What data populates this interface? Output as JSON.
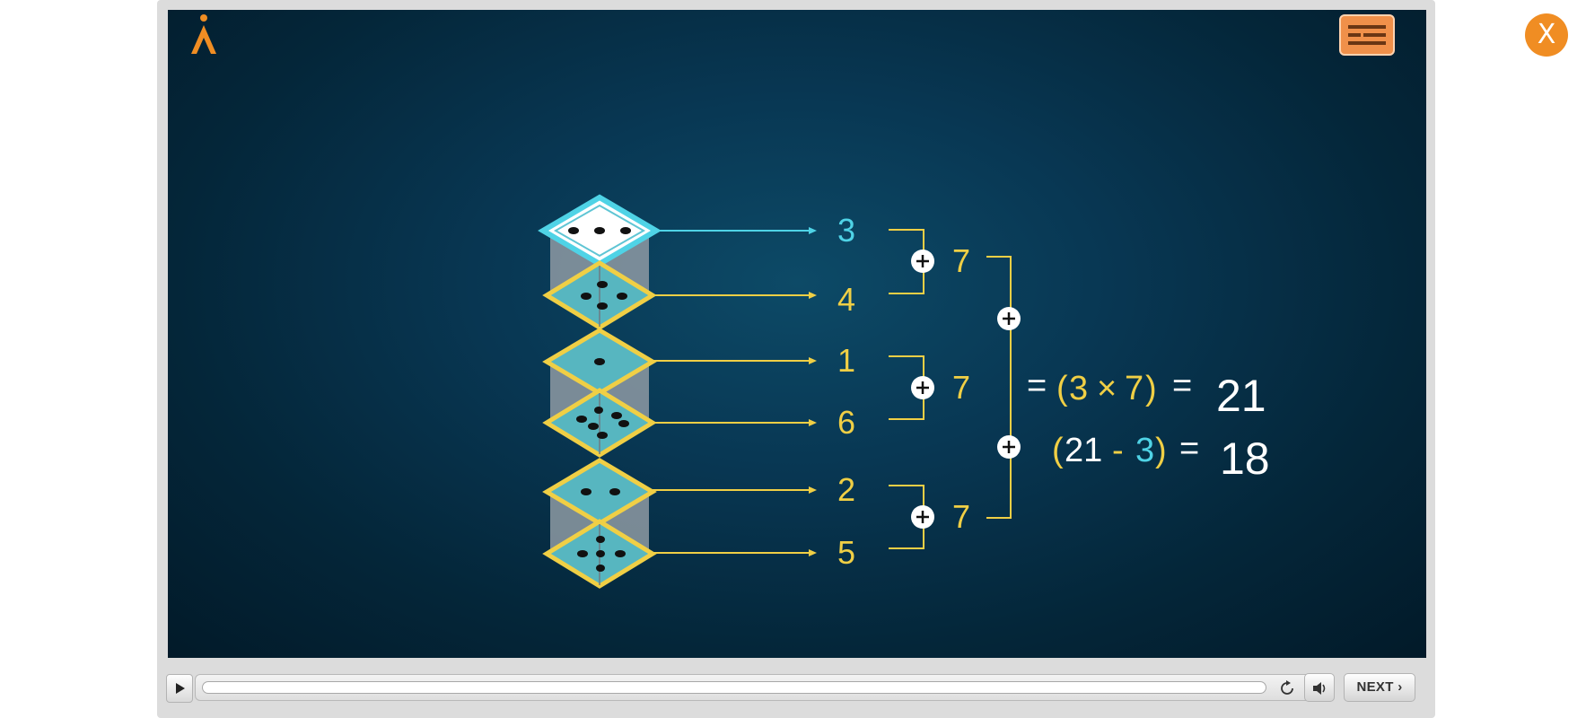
{
  "player": {
    "close_label": "X",
    "next_label": "NEXT",
    "next_chevron": "›",
    "progress_fraction": 0
  },
  "icons": {
    "logo": "person-logo-icon",
    "captions": "closed-captions-icon",
    "play": "play-icon",
    "replay": "replay-icon",
    "mute": "speaker-icon",
    "next": "chevron-right-icon"
  },
  "colors": {
    "accent_orange": "#f08d23",
    "cyan": "#4fd3e6",
    "yellow": "#f0cf45",
    "white": "#ffffff",
    "die_face": "#57b6c0"
  },
  "lesson": {
    "dice_numbers": [
      "3",
      "4",
      "1",
      "6",
      "2",
      "5"
    ],
    "pair_sums": [
      "7",
      "7",
      "7"
    ],
    "equation1": {
      "eq": "=",
      "open": "(",
      "a": "3",
      "times": "×",
      "b": "7",
      "close": ")",
      "eq2": "=",
      "result": "21"
    },
    "equation2": {
      "open": "(",
      "a": "21",
      "minus": "-",
      "b": "3",
      "close": ")",
      "eq": "=",
      "result": "18"
    }
  }
}
